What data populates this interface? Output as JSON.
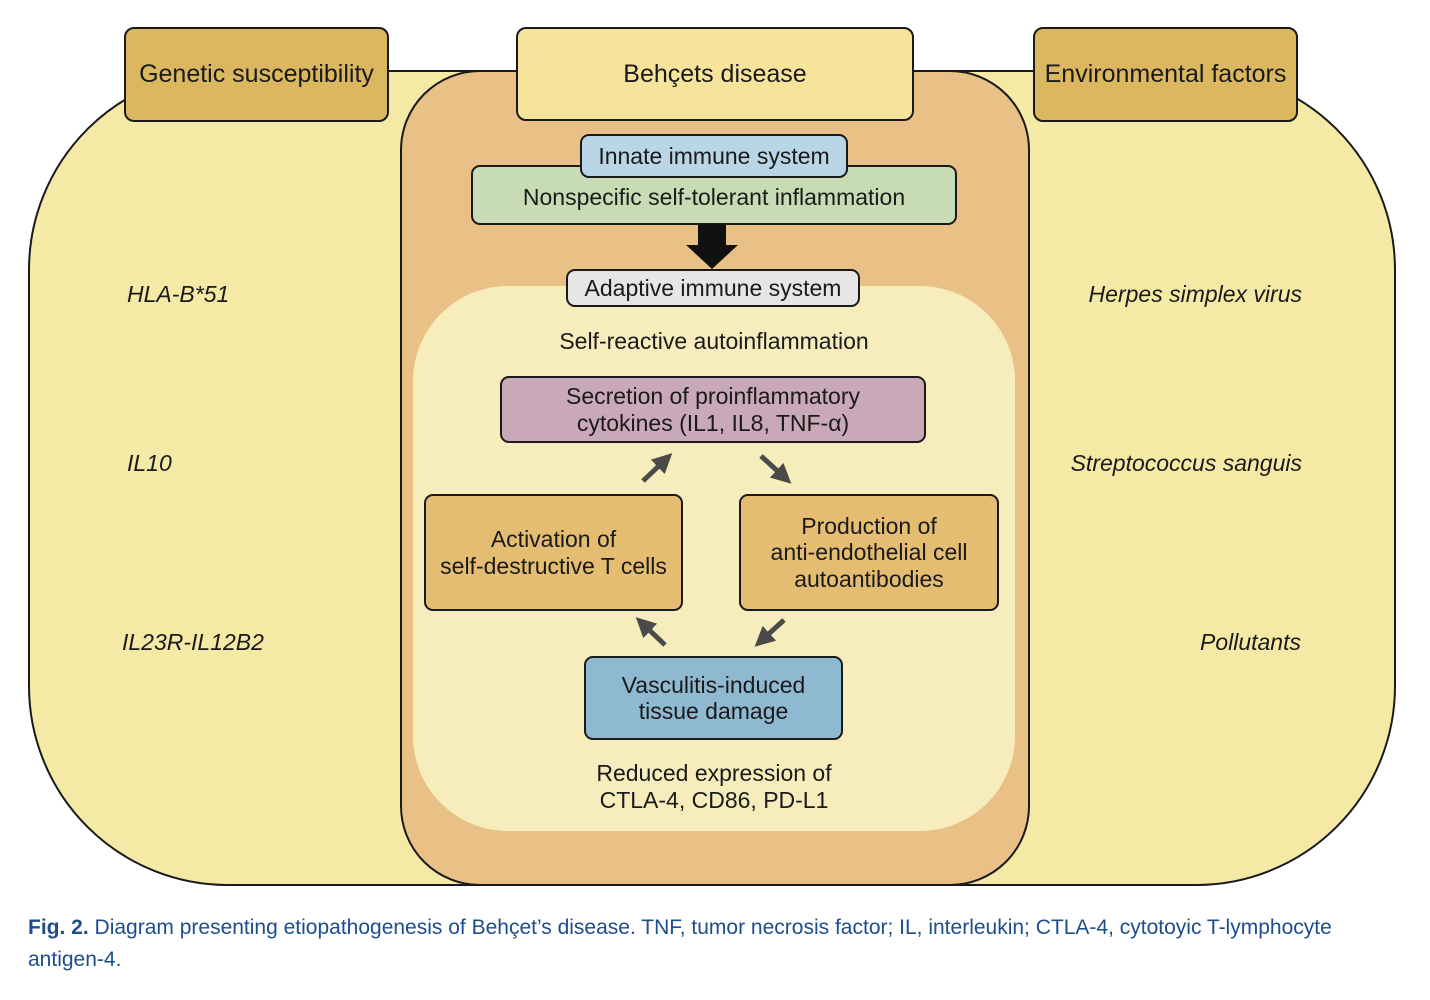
{
  "headers": {
    "genetic": "Genetic susceptibility",
    "disease": "Behçets disease",
    "environmental": "Environmental factors"
  },
  "genetic_factors": [
    "HLA-B*51",
    "IL10",
    "IL23R-IL12B2"
  ],
  "environmental_factors": [
    "Herpes simplex virus",
    "Streptococcus sanguis",
    "Pollutants"
  ],
  "center": {
    "innate": "Innate immune system",
    "nonspecific": "Nonspecific self-tolerant inflammation",
    "adaptive": "Adaptive immune system",
    "self_reactive": "Self-reactive autoinflammation",
    "secretion_line1": "Secretion of proinflammatory",
    "secretion_line2": "cytokines (IL1, IL8, TNF-α)",
    "activation_line1": "Activation of",
    "activation_line2": "self-destructive T cells",
    "production_line1": "Production of",
    "production_line2": "anti-endothelial cell",
    "production_line3": "autoantibodies",
    "vasculitis_line1": "Vasculitis-induced",
    "vasculitis_line2": "tissue damage",
    "reduced_line1": "Reduced expression of",
    "reduced_line2": "CTLA-4, CD86, PD-L1"
  },
  "caption": {
    "label": "Fig. 2.",
    "text": " Diagram presenting etiopathogenesis of Behçet’s disease. TNF, tumor necrosis factor; IL, interleukin; CTLA-4, cytotoyic T-lymphocyte antigen-4."
  },
  "colors": {
    "outer_fill": "#f4e9a5",
    "center_fill": "#e9c187",
    "inner_fill": "#f7ecbc",
    "side_header_fill": "#dbb75f",
    "center_header_fill": "#f6e49d",
    "innate_fill": "#b8d6e6",
    "nonspecific_fill": "#c7dcb4",
    "adaptive_fill": "#e6e6e6",
    "secretion_fill": "#c9a9b8",
    "orange_box_fill": "#e4bd73",
    "vasculitis_fill": "#8fb9d1",
    "caption_color": "#1e4d8c",
    "arrow_color": "#4a4a4a"
  }
}
